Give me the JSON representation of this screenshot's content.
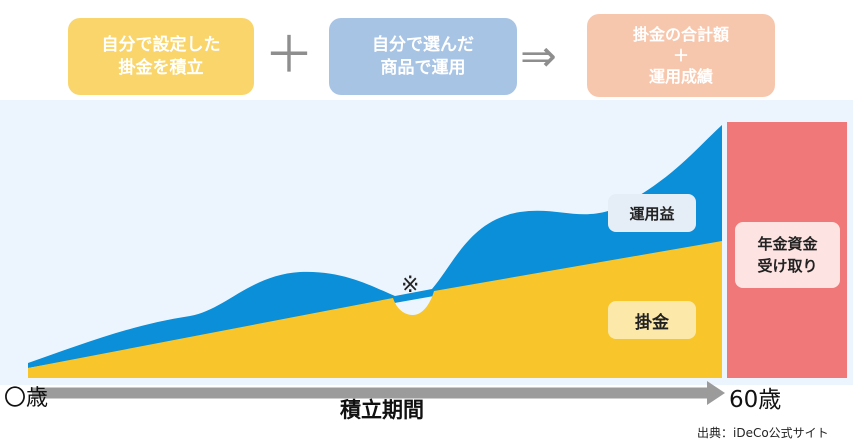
{
  "steps": {
    "step1": {
      "line1": "自分で設定した",
      "line2": "掛金を積立"
    },
    "plus": "＋",
    "step2": {
      "line1": "自分で選んだ",
      "line2": "商品で運用"
    },
    "arrow": "⇒",
    "step3": {
      "line1": "掛金の合計額",
      "line2": "＋",
      "line3": "運用成績"
    }
  },
  "chart": {
    "gain_label": "運用益",
    "contribution_label": "掛金",
    "pension_line1": "年金資金",
    "pension_line2": "受け取り",
    "note_mark": "※",
    "start_age": "〇歳",
    "end_age": "60歳",
    "axis_label": "積立期間"
  },
  "colors": {
    "step1": "#f9d56b",
    "step2": "#a8c4e5",
    "step3": "#f7c7ad",
    "gain": "#0a8fd8",
    "contribution": "#f8c62b",
    "pension_bar": "#f07878",
    "chart_background": "#ecf5fd",
    "axis_arrow": "#9b9b9b"
  },
  "source": "出典：iDeCo公式サイト"
}
